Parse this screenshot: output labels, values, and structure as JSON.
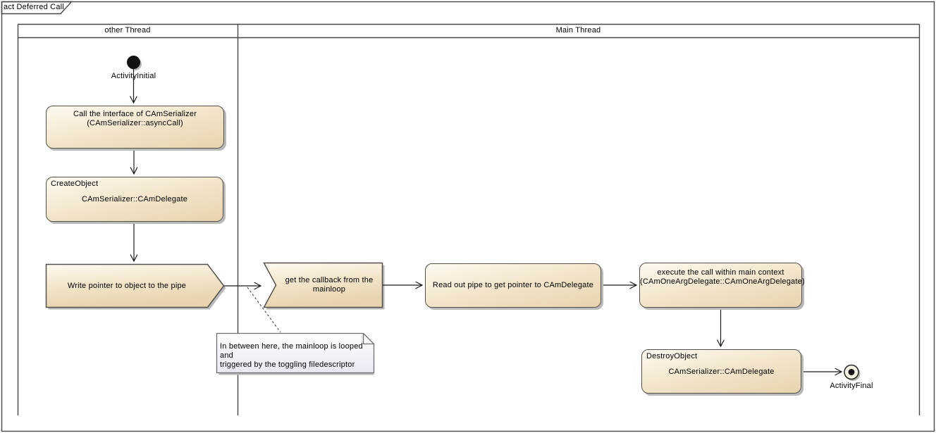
{
  "frame": {
    "tab_label": "act Deferred Call"
  },
  "lanes": [
    {
      "label": "other Thread"
    },
    {
      "label": "Main Thread"
    }
  ],
  "nodes": {
    "initial": {
      "label": "ActivityInitial"
    },
    "call_interface": {
      "line1": "Call the interface of CAmSerializer",
      "line2": "(CAmSerializer::asyncCall)"
    },
    "create_object": {
      "stereotype": "CreateObject",
      "label": "CAmSerializer::CAmDelegate"
    },
    "write_pointer": {
      "label": "Write pointer to object to the pipe"
    },
    "get_callback": {
      "line1": "get the callback from the",
      "line2": "mainloop"
    },
    "read_pipe": {
      "label": "Read out pipe to get pointer to CAmDelegate"
    },
    "execute_call": {
      "line1": "execute the call within main context",
      "line2": "(CAmOneArgDelegate::CAmOneArgDelegate)"
    },
    "destroy_object": {
      "stereotype": "DestroyObject",
      "label": "CAmSerializer::CAmDelegate"
    },
    "final": {
      "label": "ActivityFinal"
    }
  },
  "note": {
    "line1": "In between here, the mainloop is looped and",
    "line2": "triggered by the toggling filedescriptor"
  },
  "colors": {
    "node_fill_top": "#fdfaf1",
    "node_fill_mid": "#f3e6cc",
    "node_fill_bottom": "#e8d3ae",
    "node_border": "#52504a",
    "shadow": "#b9b9b9",
    "note_fill_top": "#fdfdff",
    "note_fill_bottom": "#e9e9f3",
    "note_border": "#6e6e6e",
    "frame_line": "#474747",
    "connector": "#1a1a1a"
  }
}
